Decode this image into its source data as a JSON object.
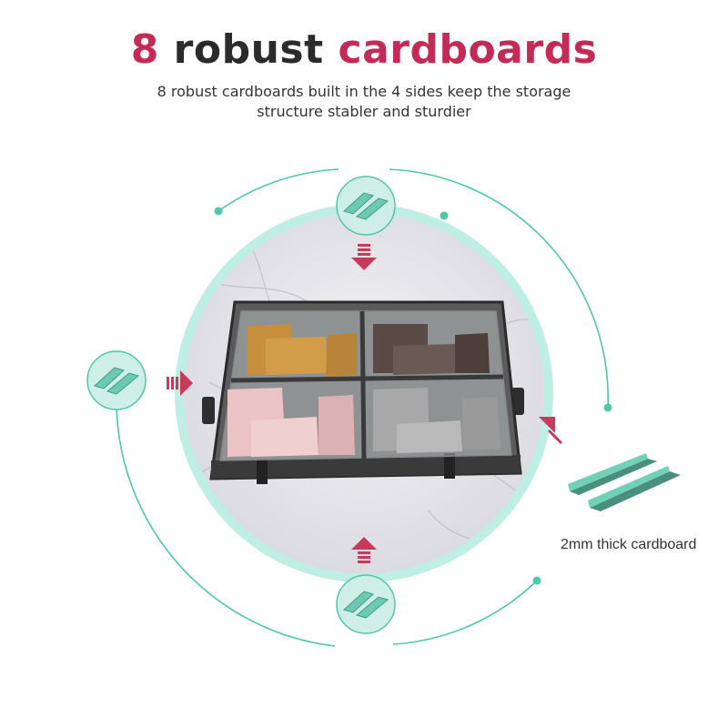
{
  "title": {
    "prefix": "8",
    "middle": "robust",
    "suffix": "cardboards"
  },
  "subtitle": {
    "line1": "8 robust cardboards built in the 4 sides keep the storage",
    "line2": "structure stabler and sturdier"
  },
  "caption": "2mm thick cardboard",
  "colors": {
    "accent": "#c32a55",
    "teal": "#4fc7a8",
    "ring": "#bfeee2",
    "arrow": "#c83a5c",
    "bag": "#3a3a3a"
  },
  "icons": [
    "cardboard-badge-icon",
    "arrow-down-icon",
    "arrow-right-icon",
    "arrow-up-icon",
    "arrow-diagonal-icon"
  ]
}
